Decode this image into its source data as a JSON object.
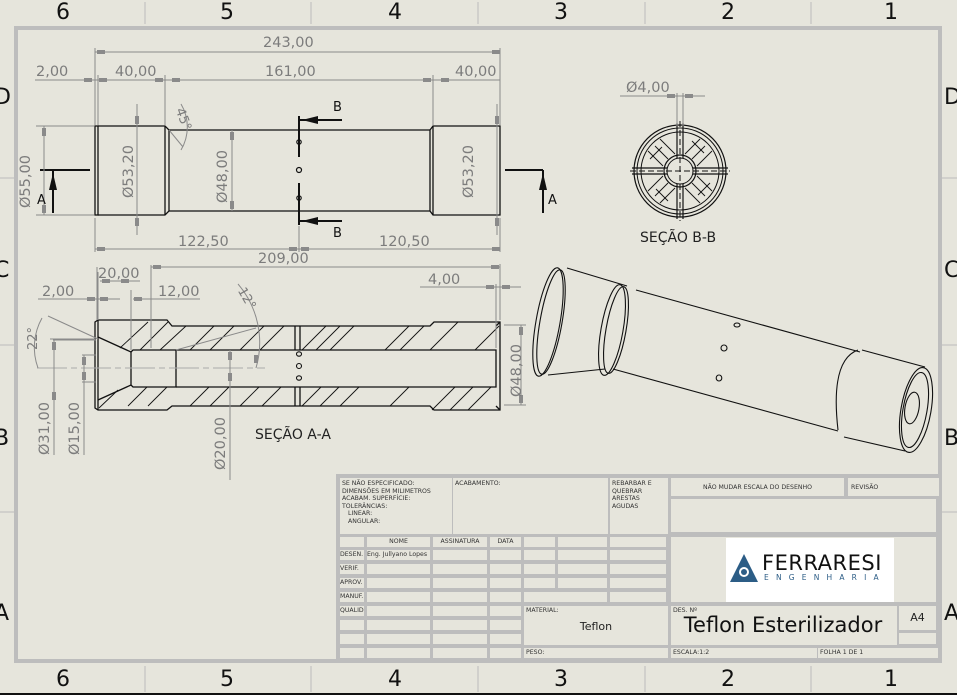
{
  "sheet": {
    "background": "#e6e5dc",
    "border_color": "#bdbdbd",
    "line_color": "#111111",
    "dimension_color": "#7c7c7c",
    "zone_columns": [
      "6",
      "5",
      "4",
      "3",
      "2",
      "1"
    ],
    "zone_rows": [
      "D",
      "C",
      "B",
      "A"
    ]
  },
  "front_view": {
    "dimensions": {
      "overall_length": "243,00",
      "chamfer_offset": "2,00",
      "left_shoulder": "40,00",
      "middle_length": "161,00",
      "right_shoulder": "40,00",
      "chamfer_angle": "45°",
      "outer_diameter": "Ø55,00",
      "left_shoulder_diameter": "Ø53,20",
      "body_diameter": "Ø48,00",
      "right_shoulder_diameter": "Ø53,20",
      "left_to_holes": "122,50",
      "holes_to_right": "120,50"
    },
    "section_marks": {
      "a_label": "A",
      "b_label": "B"
    }
  },
  "section_bb": {
    "title": "SEÇÃO B-B",
    "hole_diameter": "Ø4,00"
  },
  "section_aa": {
    "title": "SEÇÃO A-A",
    "dimensions": {
      "bore_length": "209,00",
      "cone_length": "20,00",
      "chamfer_offset": "2,00",
      "step_length": "12,00",
      "taper_angle": "12°",
      "cone_angle": "22°",
      "end_chamfer": "4,00",
      "outer_diameter": "Ø48,00",
      "cone_diameter": "Ø31,00",
      "throat_diameter": "Ø15,00",
      "bore_diameter": "Ø20,00"
    }
  },
  "title_block": {
    "general_notes": [
      "SE NÃO ESPECIFICADO:",
      "DIMENSÕES EM MILIMETROS",
      "ACABAM. SUPERFÍCIE:",
      "TOLERÂNCIAS:",
      "   LINEAR:",
      "   ANGULAR:"
    ],
    "finish_label": "ACABAMENTO:",
    "deburr_note": [
      "REBARBAR E",
      "QUEBRAR",
      "ARESTAS",
      "AGUDAS"
    ],
    "no_scale_note": "NÃO MUDAR ESCALA DO DESENHO",
    "revision_label": "REVISÃO",
    "columns": {
      "name": "NOME",
      "signature": "ASSINATURA",
      "date": "DATA"
    },
    "rows": [
      {
        "role": "DESEN.",
        "name": "Eng. Jullyano Lopes"
      },
      {
        "role": "VERIF.",
        "name": ""
      },
      {
        "role": "APROV.",
        "name": ""
      },
      {
        "role": "MANUF.",
        "name": ""
      },
      {
        "role": "QUALID",
        "name": ""
      }
    ],
    "material_label": "MATERIAL:",
    "material_value": "Teflon",
    "weight_label": "PESO:",
    "drawing_number_label": "DES. Nº",
    "drawing_title": "Teflon Esterilizador",
    "sheet_size": "A4",
    "scale": "ESCALA:1:2",
    "sheet_count": "FOLHA 1 DE 1",
    "logo": {
      "name": "FERRARESI",
      "subtitle": "ENGENHARIA",
      "accent_color": "#2c5d86"
    }
  }
}
